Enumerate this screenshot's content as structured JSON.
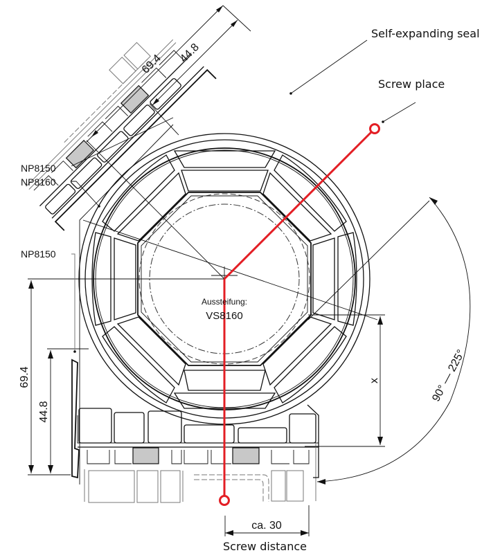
{
  "diagram": {
    "title": "Corner profile connection cross-section",
    "labels": {
      "self_expanding_seal": "Self-expanding seal",
      "screw_place": "Screw place",
      "screw_distance": "Screw distance",
      "part_top_1": "NP8150",
      "part_top_2": "NP8160",
      "part_left": "NP8150",
      "stiffening_label": "Aussteifung:",
      "stiffening_part": "VS8160"
    },
    "dimensions": {
      "top_outer": "69.4",
      "top_inner": "44.8",
      "left_outer": "69.4",
      "left_inner": "44.8",
      "vertical_x": "x",
      "horizontal_screw": "ca. 30",
      "angle_range": "90° — 225°"
    },
    "colors": {
      "screw_line": "#e31e24",
      "seal_fill": "#c8c8c8",
      "line": "#111111"
    }
  }
}
